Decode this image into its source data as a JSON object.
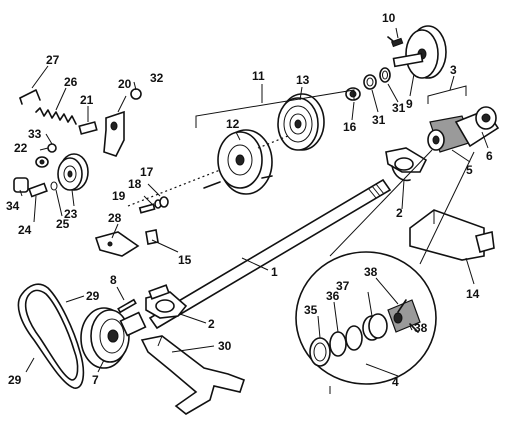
{
  "callouts": {
    "c1": "1",
    "c2a": "2",
    "c2b": "2",
    "c3": "3",
    "c4": "4",
    "c5": "5",
    "c6": "6",
    "c7": "7",
    "c8": "8",
    "c9": "9",
    "c10": "10",
    "c11": "11",
    "c12": "12",
    "c13": "13",
    "c14": "14",
    "c15": "15",
    "c16": "16",
    "c17": "17",
    "c18": "18",
    "c19": "19",
    "c20": "20",
    "c21": "21",
    "c22": "22",
    "c23": "23",
    "c24": "24",
    "c25": "25",
    "c26": "26",
    "c27": "27",
    "c28": "28",
    "c29a": "29",
    "c29b": "29",
    "c30": "30",
    "c31a": "31",
    "c31b": "31",
    "c32": "32",
    "c33": "33",
    "c34": "34",
    "c35": "35",
    "c36": "36",
    "c37": "37",
    "c38a": "38",
    "c38b": "38"
  }
}
